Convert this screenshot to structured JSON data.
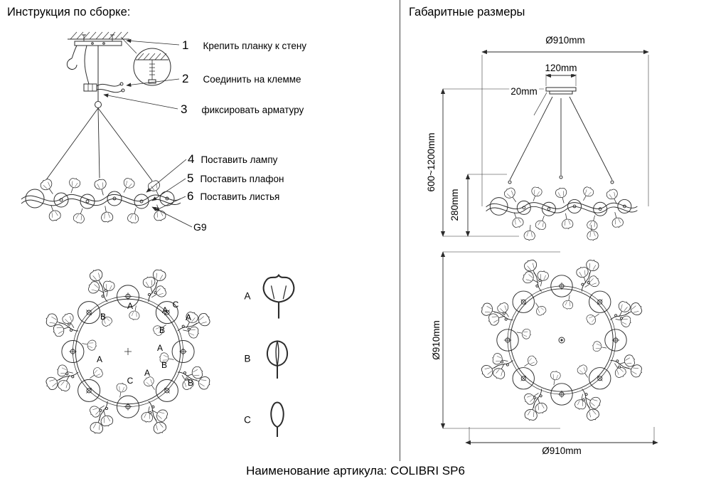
{
  "page": {
    "footer_label": "Наименование артикула: COLIBRI SP6"
  },
  "left_panel": {
    "title": "Инструкция по сборке:",
    "steps": [
      {
        "num": "1",
        "label": "Крепить планку к стену"
      },
      {
        "num": "2",
        "label": "Соединить на клемме"
      },
      {
        "num": "3",
        "label": "фиксировать арматуру"
      },
      {
        "num": "4",
        "label": "Поставить лампу"
      },
      {
        "num": "5",
        "label": "Поставить плафон"
      },
      {
        "num": "6",
        "label": "Поставить листья"
      }
    ],
    "socket_label": "G9",
    "top_view_markers": [
      "C",
      "A",
      "A",
      "B",
      "A",
      "B",
      "A",
      "B",
      "A",
      "C",
      "B",
      "A"
    ],
    "legend": [
      {
        "label": "A"
      },
      {
        "label": "B"
      },
      {
        "label": "C"
      }
    ]
  },
  "right_panel": {
    "title": "Габаритные размеры",
    "dims": {
      "top_diameter": "Ø910mm",
      "canopy_width": "120mm",
      "canopy_height": "20mm",
      "suspension_range": "600~1200mm",
      "body_height": "280mm",
      "plan_diameter_vertical": "Ø910mm",
      "plan_diameter_horizontal": "Ø910mm"
    }
  }
}
